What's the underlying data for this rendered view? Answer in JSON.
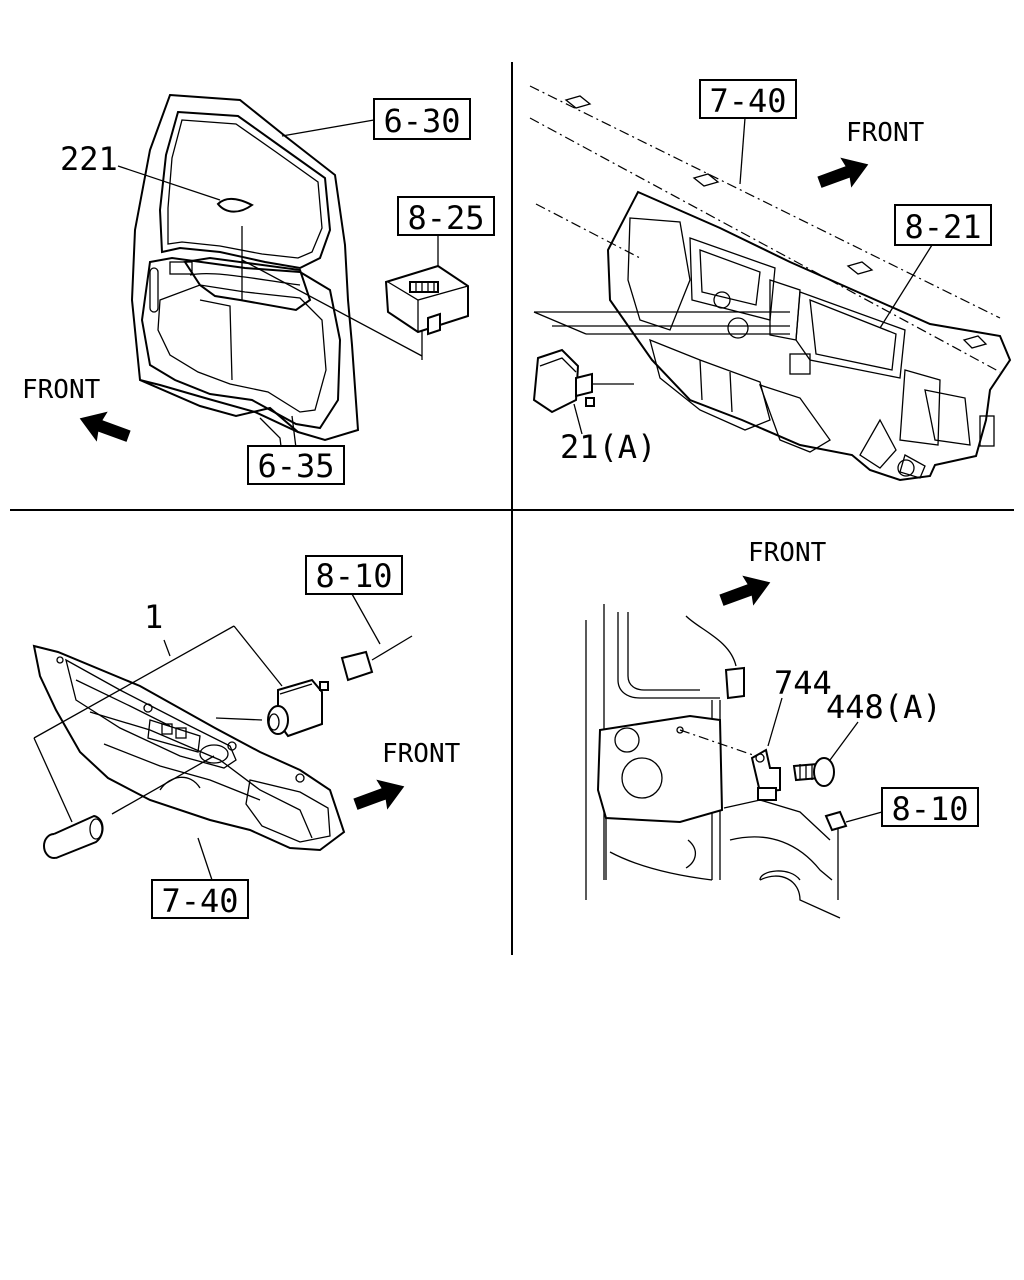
{
  "callouts": {
    "q1_6_30": "6-30",
    "q1_221": "221",
    "q1_8_25": "8-25",
    "q1_front": "FRONT",
    "q1_6_35": "6-35",
    "q2_7_40": "7-40",
    "q2_front": "FRONT",
    "q2_8_21": "8-21",
    "q2_21a": "21(A)",
    "q3_8_10": "8-10",
    "q3_1": "1",
    "q3_front": "FRONT",
    "q3_7_40": "7-40",
    "q4_front": "FRONT",
    "q4_744": "744",
    "q4_448a": "448(A)",
    "q4_8_10": "8-10"
  }
}
